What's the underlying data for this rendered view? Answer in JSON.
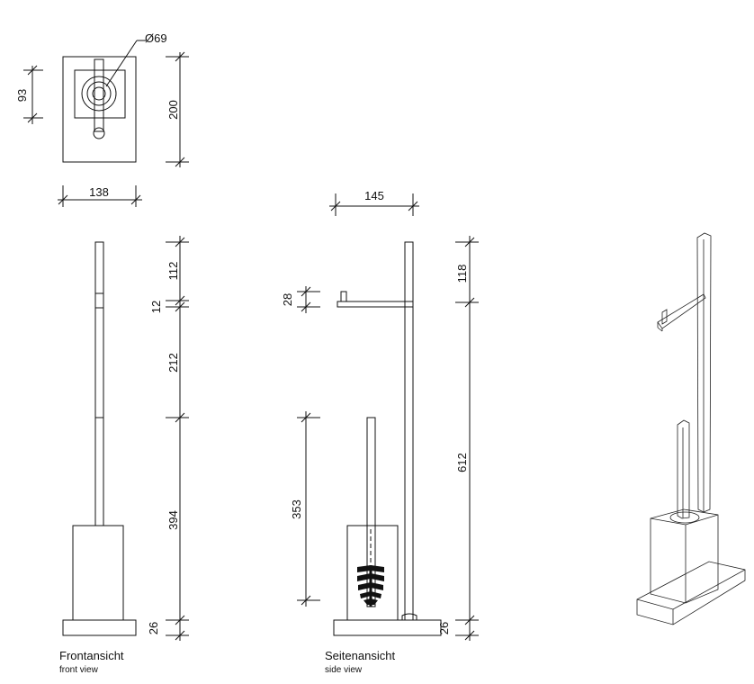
{
  "top_view": {
    "diameter_label": "Ø69",
    "height_93": "93",
    "height_200": "200",
    "width_138": "138"
  },
  "front_view": {
    "dim_112": "112",
    "dim_12": "12",
    "dim_212": "212",
    "dim_394": "394",
    "dim_26": "26",
    "caption": "Frontansicht",
    "caption_sub": "front view"
  },
  "side_view": {
    "dim_145": "145",
    "dim_28": "28",
    "dim_353": "353",
    "dim_118": "118",
    "dim_612": "612",
    "dim_26": "26",
    "caption": "Seitenansicht",
    "caption_sub": "side view"
  }
}
